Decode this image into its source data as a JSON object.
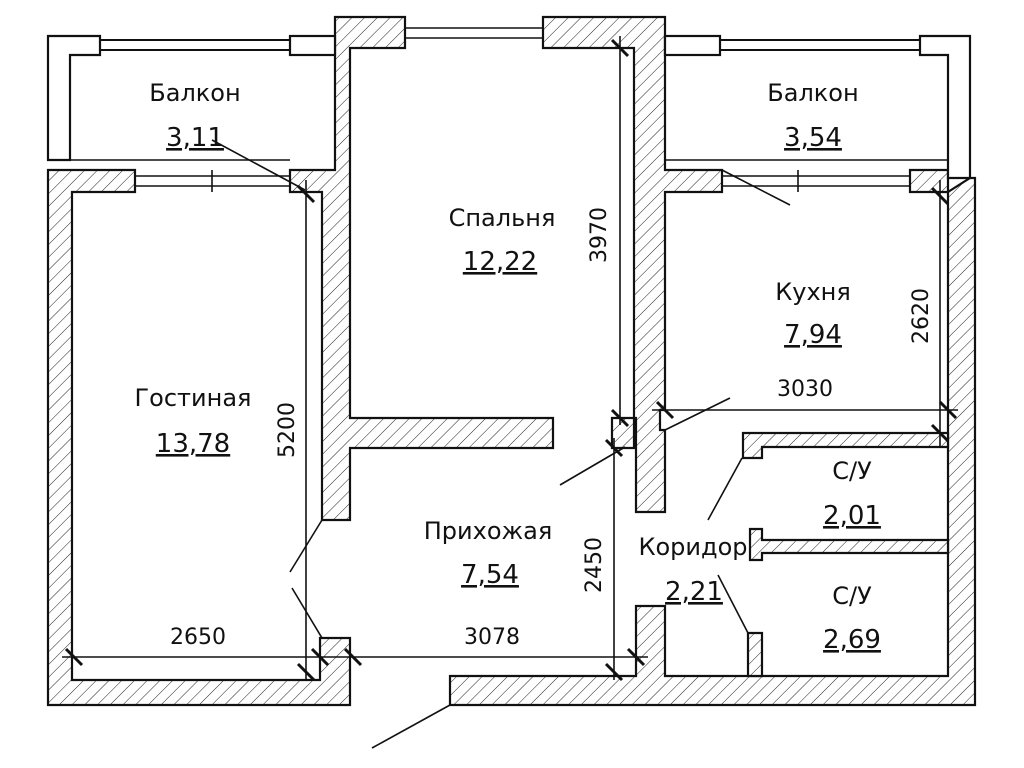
{
  "rooms": {
    "balcony_left": {
      "name": "Балкон",
      "area": "3,11"
    },
    "balcony_right": {
      "name": "Балкон",
      "area": "3,54"
    },
    "bedroom": {
      "name": "Спальня",
      "area": "12,22"
    },
    "kitchen": {
      "name": "Кухня",
      "area": "7,94"
    },
    "living": {
      "name": "Гостиная",
      "area": "13,78"
    },
    "hall": {
      "name": "Прихожая",
      "area": "7,54"
    },
    "corridor": {
      "name": "Коридор",
      "area": "2,21"
    },
    "bath_top": {
      "name": "С/У",
      "area": "2,01"
    },
    "bath_bottom": {
      "name": "С/У",
      "area": "2,69"
    }
  },
  "dimensions": {
    "bedroom_height": "3970",
    "kitchen_height": "2620",
    "kitchen_width": "3030",
    "living_height": "5200",
    "living_width": "2650",
    "hall_width": "3078",
    "hall_height": "2450"
  }
}
